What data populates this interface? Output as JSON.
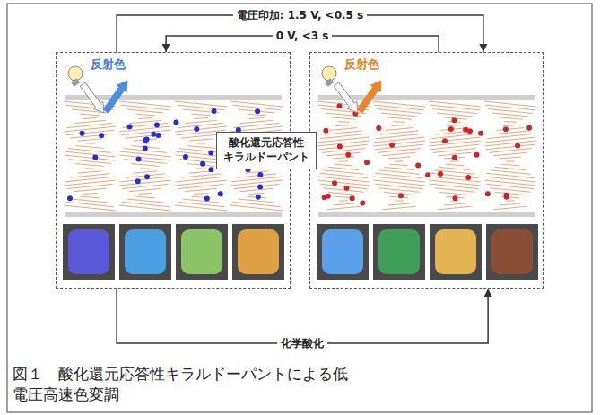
{
  "diagram": {
    "caption": "図１　酸化還元応答性キラルドーパントによる低 電圧高速色変調",
    "nodes": [
      {
        "text": [
          "反射色"
        ]
      },
      {
        "text": [
          "反射色"
        ]
      },
      {
        "text": [
          "酸化還元応答性 キラルドーパント"
        ]
      }
    ],
    "edges": [
      {
        "from": 0,
        "to": 1,
        "arrow": "to",
        "label": "電圧印加: 1.5 V, <0.5 s"
      },
      {
        "from": 1,
        "to": 0,
        "arrow": "to",
        "label": "0 V, <3 s"
      },
      {
        "from": 0,
        "to": 1,
        "arrow": "to",
        "label": "化学酸化"
      }
    ]
  }
}
